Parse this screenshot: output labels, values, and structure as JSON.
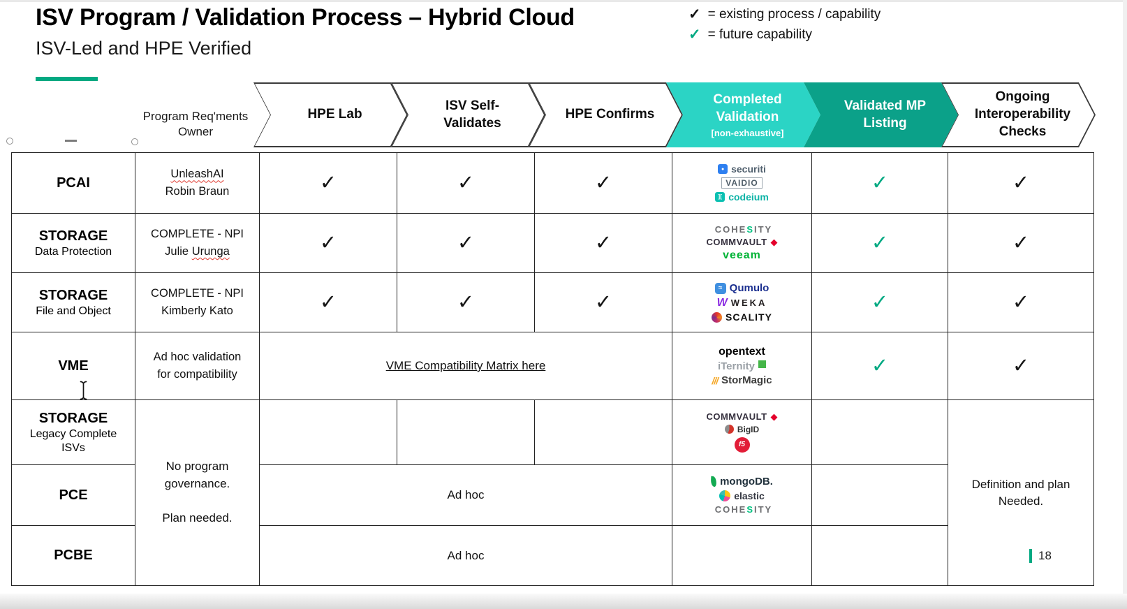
{
  "slide": {
    "title": "ISV Program / Validation Process – Hybrid Cloud",
    "subtitle": "ISV-Led and HPE Verified",
    "page_number": "18"
  },
  "legend": {
    "check": "✓",
    "existing_label": "= existing process / capability",
    "future_label": "= future capability"
  },
  "glyphs": {
    "check": "✓"
  },
  "header": {
    "owner_label": "Program Req'ments\nOwner"
  },
  "chevrons": [
    {
      "label": "HPE Lab"
    },
    {
      "label": "ISV Self-\nValidates"
    },
    {
      "label": "HPE Confirms"
    },
    {
      "label": "Completed\nValidation",
      "sub": "[non-exhaustive]"
    },
    {
      "label": "Validated MP\nListing"
    },
    {
      "label": "Ongoing\nInteroperability\nChecks"
    }
  ],
  "table": {
    "rows": [
      {
        "category": "PCAI",
        "owner_line1": "UnleashAI",
        "owner_line2": "Robin Braun",
        "logos": [
          {
            "brand": "securiti",
            "label": "securiti"
          },
          {
            "brand": "vaidio",
            "label": "VAIDIO"
          },
          {
            "brand": "codeium",
            "label": "codeium"
          }
        ]
      },
      {
        "category": "STORAGE",
        "subcategory": "Data Protection",
        "owner_line1": "COMPLETE - NPI",
        "owner_line2a": "Julie",
        "owner_line2b": "Urunga",
        "logos": [
          {
            "brand": "cohesity",
            "label": "COHESITY"
          },
          {
            "brand": "commvault",
            "label": "COMMVAULT"
          },
          {
            "brand": "veeam",
            "label": "veeam"
          }
        ]
      },
      {
        "category": "STORAGE",
        "subcategory": "File and Object",
        "owner_line1": "COMPLETE - NPI",
        "owner_line2": "Kimberly Kato",
        "logos": [
          {
            "brand": "qumulo",
            "label": "Qumulo"
          },
          {
            "brand": "weka",
            "label": "WEKA"
          },
          {
            "brand": "scality",
            "label": "SCALITY"
          }
        ]
      },
      {
        "category": "VME",
        "owner_line1": "Ad hoc validation",
        "owner_line2": "for compatibility",
        "link_label": "VME Compatibility Matrix here",
        "logos": [
          {
            "brand": "opentext",
            "label": "opentext"
          },
          {
            "brand": "iternity",
            "label": "iTernity"
          },
          {
            "brand": "stormagic",
            "label": "StorMagic"
          }
        ]
      },
      {
        "category": "STORAGE",
        "subcategory": "Legacy Complete\nISVs",
        "logos": [
          {
            "brand": "commvault",
            "label": "COMMVAULT"
          },
          {
            "brand": "bigid",
            "label": "BigID"
          },
          {
            "brand": "f5",
            "label": "f5"
          }
        ]
      },
      {
        "category": "PCE",
        "adhoc_label": "Ad hoc",
        "logos": [
          {
            "brand": "mongodb",
            "label": "mongoDB."
          },
          {
            "brand": "elastic",
            "label": "elastic"
          },
          {
            "brand": "cohesity",
            "label": "COHESITY"
          }
        ]
      },
      {
        "category": "PCBE",
        "adhoc_label": "Ad hoc"
      }
    ],
    "merged": {
      "governance_text": "No program\ngovernance.\n\nPlan needed.",
      "definition_text": "Definition and plan\nNeeded."
    }
  }
}
